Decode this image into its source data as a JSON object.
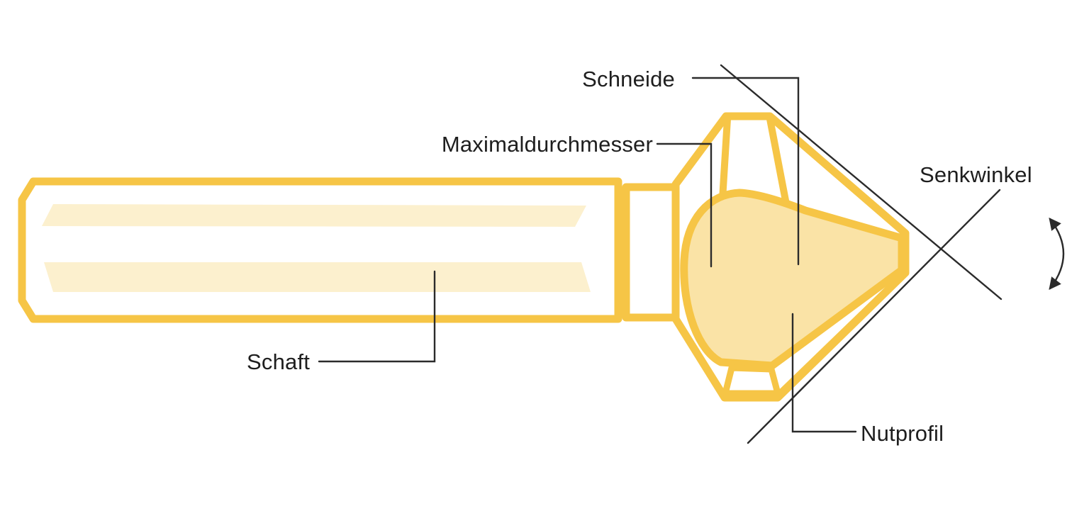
{
  "diagram": {
    "kind": "labeled technical illustration",
    "labels": {
      "schneide": "Schneide",
      "maximaldurchmesser": "Maximaldurchmesser",
      "senkwinkel": "Senkwinkel",
      "schaft": "Schaft",
      "nutprofil": "Nutprofil"
    },
    "colors": {
      "outline_yellow": "#F6C546",
      "flute_fill": "#FAE3A6",
      "stripe_fill": "#FCF0CE",
      "white": "#FFFFFF",
      "line_black": "#2B2B2B",
      "text_black": "#1E1E1E"
    }
  }
}
